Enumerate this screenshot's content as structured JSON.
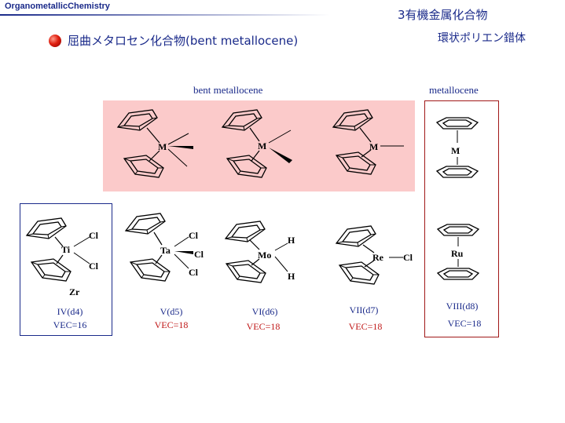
{
  "header": {
    "title": "OrganometallicChemistry",
    "chapter": "3有機金属化合物",
    "topic": "屈曲メタロセン化合物(bent metallocene)",
    "subtitle": "環状ポリエン錯体"
  },
  "sections": {
    "bent_label": "bent metallocene",
    "metallocene_label": "metallocene"
  },
  "colors": {
    "accent_blue": "#1a2a8a",
    "highlight_red": "#c01818",
    "band_pink": "#fbcaca"
  },
  "top_row": {
    "m1": "M",
    "m2": "M",
    "m3": "M",
    "m4": "M"
  },
  "compounds": [
    {
      "metal": "Ti",
      "ligands": [
        "Cl",
        "Cl"
      ],
      "extra": "Zr",
      "label": "IV(d4)",
      "vec": "VEC=16"
    },
    {
      "metal": "Ta",
      "ligands": [
        "Cl",
        "Cl",
        "Cl"
      ],
      "label": "V(d5)",
      "vec": "VEC=18"
    },
    {
      "metal": "Mo",
      "ligands": [
        "H",
        "H"
      ],
      "label": "VI(d6)",
      "vec": "VEC=18"
    },
    {
      "metal": "Re",
      "ligands": [
        "Cl"
      ],
      "label": "VII(d7)",
      "vec": "VEC=18"
    },
    {
      "metal": "Ru",
      "ligands": [],
      "label": "VIII(d8)",
      "vec": "VEC=18"
    }
  ]
}
